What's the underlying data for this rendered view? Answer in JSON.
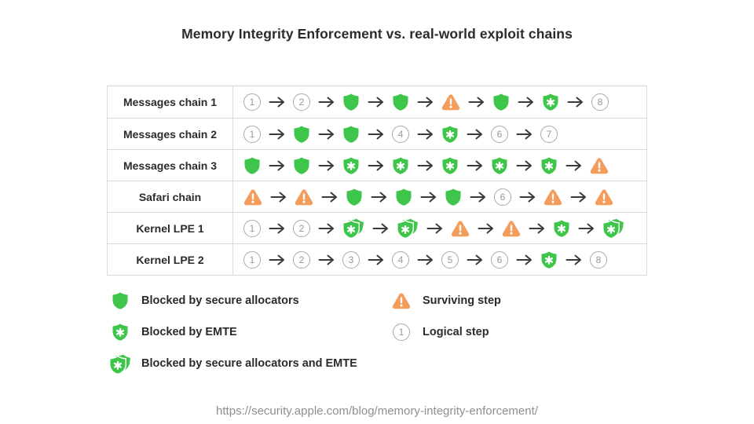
{
  "page": {
    "title": "Memory Integrity Enforcement vs. real-world exploit chains",
    "source_url": "https://security.apple.com/blog/memory-integrity-enforcement/"
  },
  "colors": {
    "green": "#3EC64A",
    "orange": "#F49C5C",
    "circle_gray": "#A9A9AD",
    "arrow_dark": "#3A3A3C",
    "table_border": "#DADADE",
    "text_dark": "#2B2B2D",
    "url_gray": "#8E8E93"
  },
  "icons": {
    "num": "logical-step-icon",
    "shield": "secure-allocators-shield-icon",
    "emte": "emte-shield-icon",
    "both": "secure-allocators-and-emte-shield-icon",
    "warn": "surviving-step-icon",
    "arrow": "arrow-icon"
  },
  "table": {
    "rows": [
      {
        "label": "Messages chain 1",
        "steps": [
          {
            "type": "num",
            "value": "1"
          },
          {
            "type": "num",
            "value": "2"
          },
          {
            "type": "shield"
          },
          {
            "type": "shield"
          },
          {
            "type": "warn"
          },
          {
            "type": "shield"
          },
          {
            "type": "emte"
          },
          {
            "type": "num",
            "value": "8"
          }
        ]
      },
      {
        "label": "Messages chain 2",
        "steps": [
          {
            "type": "num",
            "value": "1"
          },
          {
            "type": "shield"
          },
          {
            "type": "shield"
          },
          {
            "type": "num",
            "value": "4"
          },
          {
            "type": "emte"
          },
          {
            "type": "num",
            "value": "6"
          },
          {
            "type": "num",
            "value": "7"
          }
        ]
      },
      {
        "label": "Messages chain 3",
        "steps": [
          {
            "type": "shield"
          },
          {
            "type": "shield"
          },
          {
            "type": "emte"
          },
          {
            "type": "emte"
          },
          {
            "type": "emte"
          },
          {
            "type": "emte"
          },
          {
            "type": "emte"
          },
          {
            "type": "warn"
          }
        ]
      },
      {
        "label": "Safari chain",
        "steps": [
          {
            "type": "warn"
          },
          {
            "type": "warn"
          },
          {
            "type": "shield"
          },
          {
            "type": "shield"
          },
          {
            "type": "shield"
          },
          {
            "type": "num",
            "value": "6"
          },
          {
            "type": "warn"
          },
          {
            "type": "warn"
          }
        ]
      },
      {
        "label": "Kernel LPE 1",
        "steps": [
          {
            "type": "num",
            "value": "1"
          },
          {
            "type": "num",
            "value": "2"
          },
          {
            "type": "both"
          },
          {
            "type": "both"
          },
          {
            "type": "warn"
          },
          {
            "type": "warn"
          },
          {
            "type": "emte"
          },
          {
            "type": "both"
          }
        ]
      },
      {
        "label": "Kernel LPE 2",
        "steps": [
          {
            "type": "num",
            "value": "1"
          },
          {
            "type": "num",
            "value": "2"
          },
          {
            "type": "num",
            "value": "3"
          },
          {
            "type": "num",
            "value": "4"
          },
          {
            "type": "num",
            "value": "5"
          },
          {
            "type": "num",
            "value": "6"
          },
          {
            "type": "emte"
          },
          {
            "type": "num",
            "value": "8"
          }
        ]
      }
    ]
  },
  "legend": {
    "left": [
      {
        "icon": "shield",
        "label": "Blocked by secure allocators"
      },
      {
        "icon": "emte",
        "label": "Blocked by EMTE"
      },
      {
        "icon": "both",
        "label": "Blocked by secure allocators and EMTE"
      }
    ],
    "right": [
      {
        "icon": "warn",
        "label": "Surviving step"
      },
      {
        "icon": "num",
        "value": "1",
        "label": "Logical step"
      }
    ]
  }
}
